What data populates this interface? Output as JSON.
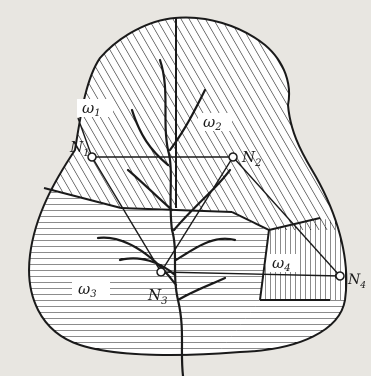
{
  "diagram": {
    "regions": [
      {
        "id": "w1",
        "label": "ω",
        "sub": "1"
      },
      {
        "id": "w2",
        "label": "ω",
        "sub": "2"
      },
      {
        "id": "w3",
        "label": "ω",
        "sub": "3"
      },
      {
        "id": "w4",
        "label": "ω",
        "sub": "4"
      }
    ],
    "stations": [
      {
        "id": "n1",
        "label": "N",
        "sub": "1"
      },
      {
        "id": "n2",
        "label": "N",
        "sub": "2"
      },
      {
        "id": "n3",
        "label": "N",
        "sub": "3"
      },
      {
        "id": "n4",
        "label": "N",
        "sub": "4"
      }
    ],
    "colors": {
      "ink": "#1a1a1a",
      "paper": "#e8e6e1",
      "fill": "#ffffff"
    }
  }
}
